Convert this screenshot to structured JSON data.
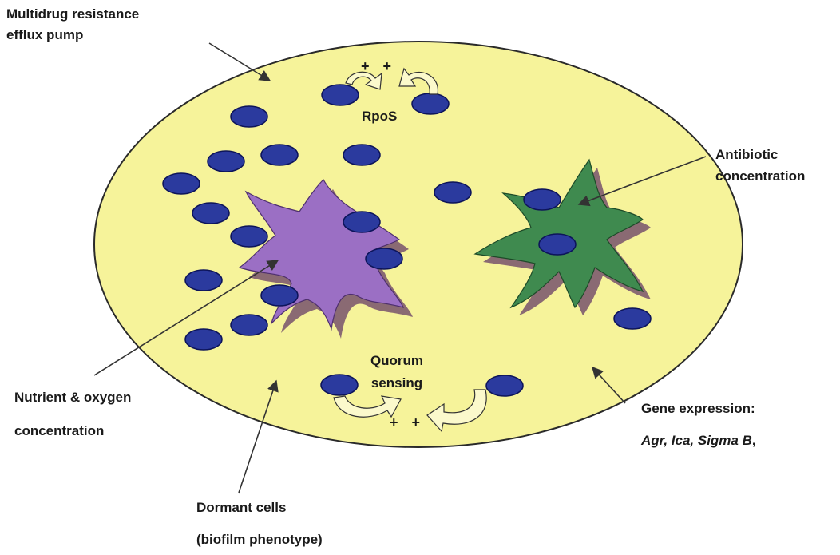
{
  "labels": {
    "multidrug_line1": "Multidrug resistance",
    "multidrug_line2": "efflux pump",
    "rpos": "RpoS",
    "antibiotic_line1": "Antibiotic",
    "antibiotic_line2": "concentration",
    "nutrient_line1": "Nutrient & oxygen",
    "nutrient_line2": "concentration",
    "quorum_line1": "Quorum",
    "quorum_line2": "sensing",
    "gene_line1": "Gene expression:",
    "gene_line2_genes": "Agr, Ica, Sigma B",
    "gene_line2_comma": ",",
    "dormant_line1": "Dormant cells",
    "dormant_line2": "(biofilm phenotype)",
    "plus_top": "+ +",
    "plus_bottom": "+ +"
  },
  "colors": {
    "biofilm_fill": "#f6f39a",
    "biofilm_stroke": "#2a2a2a",
    "cell_fill": "#2b3a9e",
    "cell_stroke": "#0d145a",
    "purple_star": "#9b6fc4",
    "green_star": "#3f8a4f",
    "shadow": "#8a6a73",
    "arrow": "#333333",
    "curved_arrow_fill": "#fbf9cc"
  }
}
